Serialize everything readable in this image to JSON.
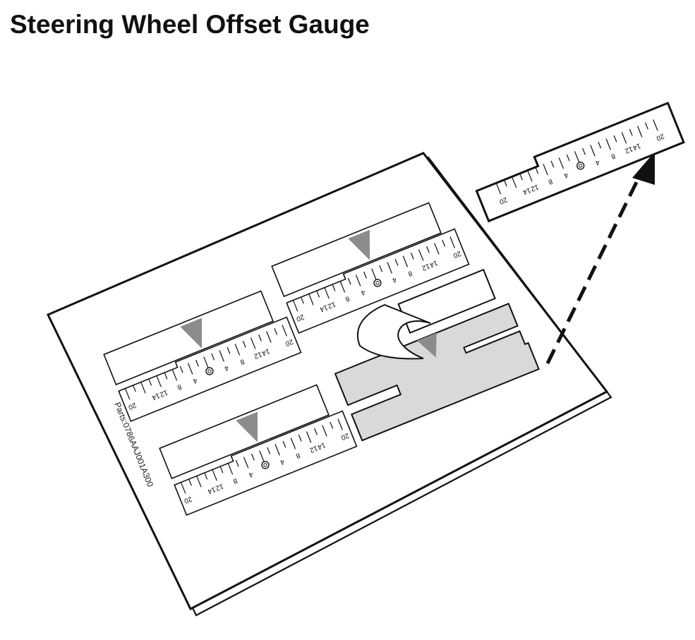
{
  "title": "Steering Wheel Offset Gauge",
  "part_number": "Parts:0786AAJ001A300",
  "scale_labels": [
    "20",
    "14",
    "12",
    "8",
    "4",
    "4",
    "8",
    "12",
    "14",
    "20"
  ],
  "colors": {
    "line": "#111111",
    "pointer": "#8c8c8c",
    "cutout_fill": "#d9d9d9",
    "background": "#ffffff"
  }
}
